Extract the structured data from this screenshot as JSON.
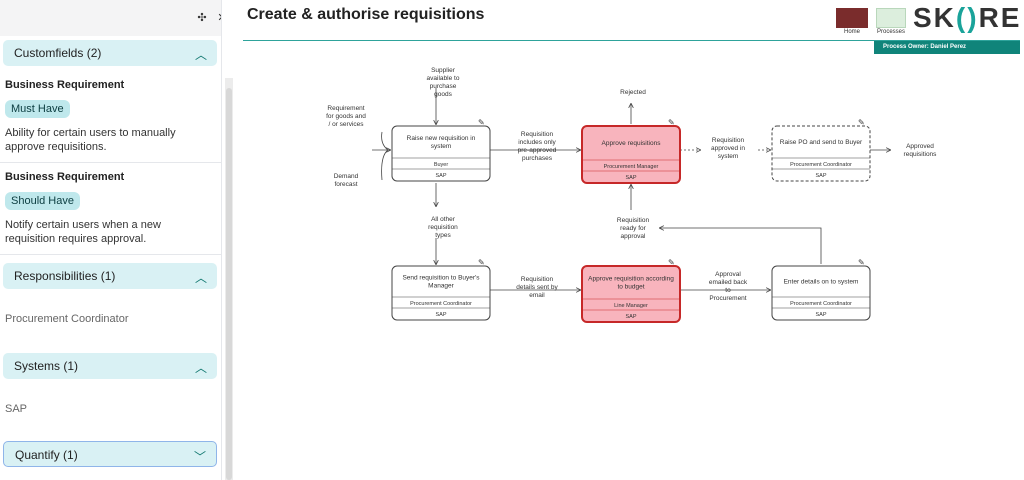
{
  "sidebar": {
    "customfields": {
      "title": "Customfields (2)",
      "requirements": [
        {
          "label": "Business Requirement",
          "level": "Must Have",
          "text": "Ability for certain users to manually approve requisitions."
        },
        {
          "label": "Business Requirement",
          "level": "Should Have",
          "text": "Notify certain users when a new requisition requires approval."
        }
      ]
    },
    "responsibilities": {
      "title": "Responsibilities (1)",
      "items": [
        "Procurement Coordinator"
      ]
    },
    "systems": {
      "title": "Systems (1)",
      "items": [
        "SAP"
      ]
    },
    "quantify": {
      "title": "Quantify (1)"
    }
  },
  "header": {
    "title": "Create & authorise requisitions",
    "nav_home": "Home",
    "nav_processes": "Processes",
    "logo_left": "SK",
    "logo_mid": "()",
    "logo_right": "RE",
    "process_owner": "Process Owner: Daniel Perez"
  },
  "colors": {
    "accent": "#1aa39a",
    "highlight_fill": "#f8b4bd",
    "highlight_stroke": "#c62828",
    "system": "#e67e22"
  },
  "diagram": {
    "activities": [
      {
        "id": "a1",
        "title": [
          "Raise new requisition in",
          "system"
        ],
        "role": "Buyer",
        "system": "SAP",
        "highlight": false
      },
      {
        "id": "a2",
        "title": [
          "Approve requisitions"
        ],
        "role": "Procurement Manager",
        "system": "SAP",
        "highlight": true
      },
      {
        "id": "a3",
        "title": [
          "Raise PO and send to Buyer"
        ],
        "role": "Procurement Coordinator",
        "system": "SAP",
        "highlight": false
      },
      {
        "id": "a4",
        "title": [
          "Send requisition to Buyer's",
          "Manager"
        ],
        "role": "Procurement Coordinator",
        "system": "SAP",
        "highlight": false
      },
      {
        "id": "a5",
        "title": [
          "Approve requisition according",
          "to budget"
        ],
        "role": "Line Manager",
        "system": "SAP",
        "highlight": true
      },
      {
        "id": "a6",
        "title": [
          "Enter details on to system"
        ],
        "role": "Procurement Coordinator",
        "system": "SAP",
        "highlight": false
      }
    ],
    "labels": {
      "supplier": [
        "Supplier",
        "available to",
        "purchase",
        "goods"
      ],
      "requirement": [
        "Requirement",
        "for goods and",
        "/ or services"
      ],
      "demand": [
        "Demand",
        "forecast"
      ],
      "preapproved": [
        "Requisition",
        "includes only",
        "pre-approved",
        "purchases"
      ],
      "rejected": [
        "Rejected"
      ],
      "approved_in_system": [
        "Requisition",
        "approved in",
        "system"
      ],
      "approved_reqs": [
        "Approved",
        "requisitions"
      ],
      "other_types": [
        "All other",
        "requisition",
        "types"
      ],
      "ready_for_approval": [
        "Requisition",
        "ready for",
        "approval"
      ],
      "sent_by_email": [
        "Requisition",
        "details sent by",
        "email"
      ],
      "emailed_back": [
        "Approval",
        "emailed back",
        "to",
        "Procurement"
      ]
    }
  }
}
